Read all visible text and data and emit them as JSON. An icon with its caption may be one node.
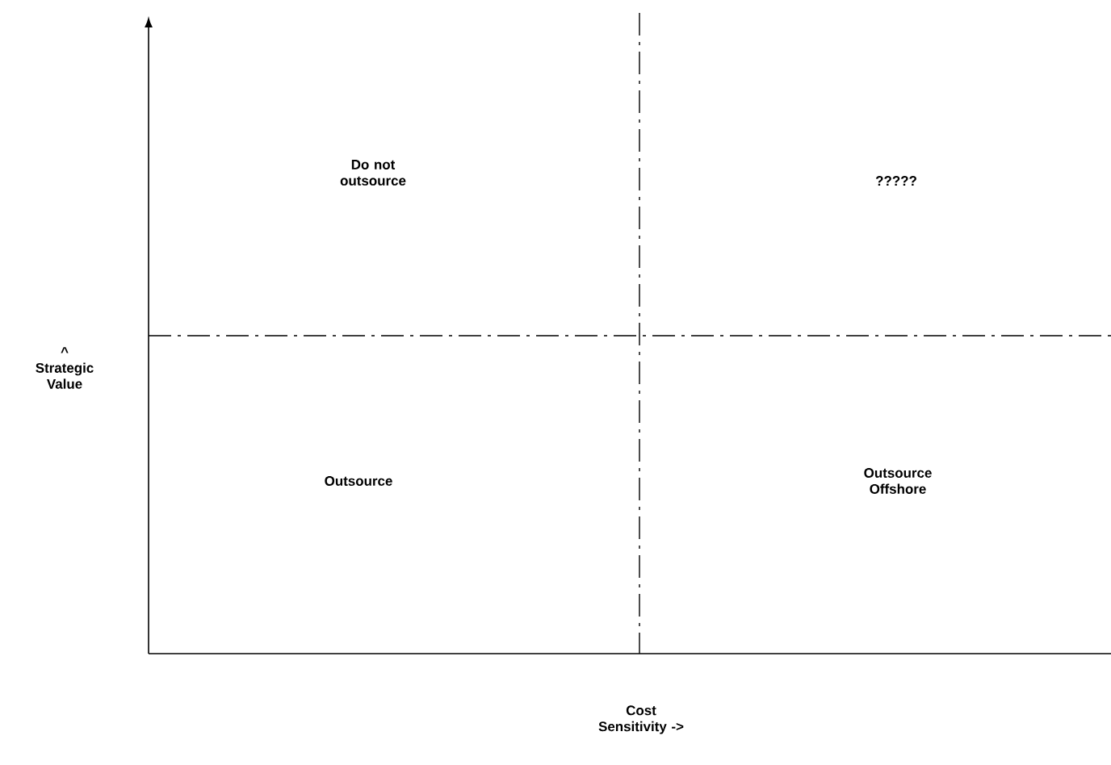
{
  "diagram": {
    "labels": [
      "Do not outsource",
      "?????",
      "Outsource",
      "Outsource Offshore",
      "^ Strategic Value",
      "Cost Sensitivity ->"
    ]
  }
}
